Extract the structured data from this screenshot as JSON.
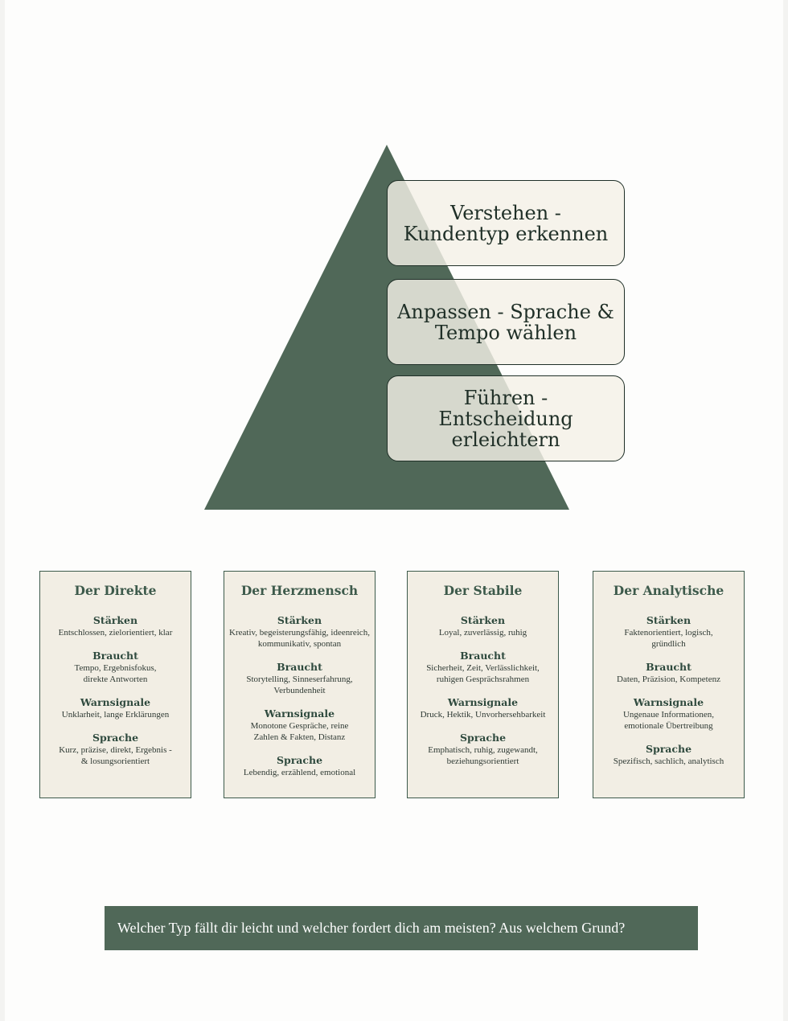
{
  "colors": {
    "primary_green": "#506858",
    "card_background": "#f2eee4",
    "step_background": "#f4f0e6",
    "text_dark": "#1f2f27"
  },
  "pyramid": {
    "steps": [
      {
        "label": "Verstehen - Kundentyp erkennen"
      },
      {
        "label": "Anpassen - Sprache & Tempo wählen"
      },
      {
        "label": "Führen - Entscheidung erleichtern"
      }
    ]
  },
  "cards": [
    {
      "title": "Der Direkte",
      "sections": [
        {
          "heading": "Stärken",
          "text": "Entschlossen, zielorientiert, klar"
        },
        {
          "heading": "Braucht",
          "text": "Tempo, Ergebnisfokus, direkte Antworten"
        },
        {
          "heading": "Warnsignale",
          "text": "Unklarheit, lange Erklärungen"
        },
        {
          "heading": "Sprache",
          "text": "Kurz, präzise, direkt, Ergebnis -& losungsorientiert"
        }
      ]
    },
    {
      "title": "Der Herzmensch",
      "sections": [
        {
          "heading": "Stärken",
          "text": "Kreativ, begeisterungsfähig, ideenreich, kommunikativ, spontan"
        },
        {
          "heading": "Braucht",
          "text": "Storytelling, Sinneserfahrung, Verbundenheit"
        },
        {
          "heading": "Warnsignale",
          "text": "Monotone Gespräche, reine Zahlen & Fakten, Distanz"
        },
        {
          "heading": "Sprache",
          "text": "Lebendig, erzählend, emotional"
        }
      ]
    },
    {
      "title": "Der Stabile",
      "sections": [
        {
          "heading": "Stärken",
          "text": "Loyal, zuverlässig, ruhig"
        },
        {
          "heading": "Braucht",
          "text": "Sicherheit, Zeit, Verlässlichkeit, ruhigen Gesprächsrahmen"
        },
        {
          "heading": "Warnsignale",
          "text": "Druck, Hektik, Unvorhersehbarkeit"
        },
        {
          "heading": "Sprache",
          "text": "Emphatisch, ruhig, zugewandt, beziehungsorientiert"
        }
      ]
    },
    {
      "title": "Der Analytische",
      "sections": [
        {
          "heading": "Stärken",
          "text": "Faktenorientiert, logisch, gründlich"
        },
        {
          "heading": "Braucht",
          "text": "Daten, Präzision, Kompetenz"
        },
        {
          "heading": "Warnsignale",
          "text": "Ungenaue Informationen, emotionale Übertreibung"
        },
        {
          "heading": "Sprache",
          "text": "Spezifisch, sachlich, analytisch"
        }
      ]
    }
  ],
  "question": {
    "text": "Welcher Typ fällt dir leicht und welcher fordert dich am meisten? Aus welchem Grund?"
  }
}
